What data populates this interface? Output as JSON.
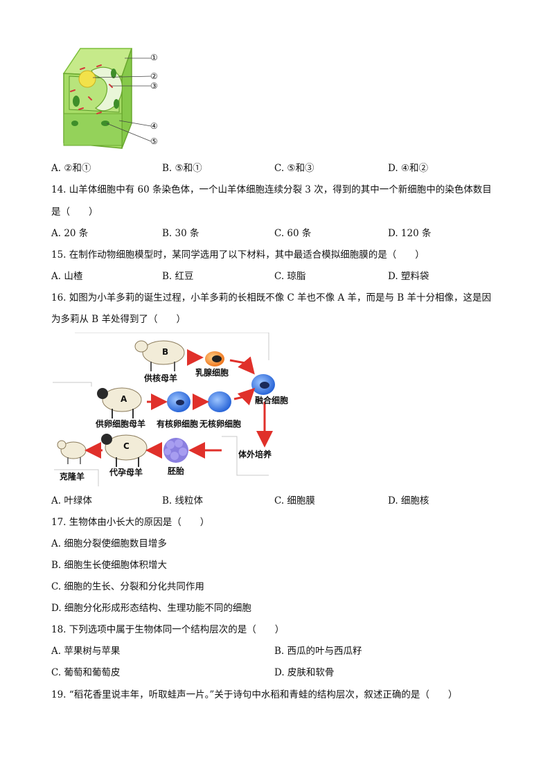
{
  "cell_figure": {
    "markers": [
      "①",
      "②",
      "③",
      "④",
      "⑤"
    ]
  },
  "q13": {
    "options": [
      "A. ②和①",
      "B. ⑤和①",
      "C. ⑤和③",
      "D. ④和②"
    ]
  },
  "q14": {
    "stem_line1": "14. 山羊体细胞中有 60 条染色体，一个山羊体细胞连续分裂 3 次，得到的其中一个新细胞中的染色体数目",
    "stem_line2": "是（　　）",
    "options": [
      "A. 20 条",
      "B. 30 条",
      "C. 60 条",
      "D. 120 条"
    ]
  },
  "q15": {
    "stem": "15. 在制作动物细胞模型时，某同学选用了以下材料，其中最适合模拟细胞膜的是（　　）",
    "options": [
      "A.  山楂",
      "B.  红豆",
      "C.  琼脂",
      "D.  塑料袋"
    ]
  },
  "q16": {
    "stem_line1": "16. 如图为小羊多莉的诞生过程，小羊多莉的长相既不像 C 羊也不像 A 羊，而是与 B 羊十分相像，这是因",
    "stem_line2": "为多莉从 B 羊处得到了（　　）",
    "diagram": {
      "sheep_b_letter": "B",
      "sheep_a_letter": "A",
      "sheep_c_letter": "C",
      "label_nucleus_donor": "供核母羊",
      "label_mammary_cell": "乳腺细胞",
      "label_fused_cell": "融合细胞",
      "label_egg_donor": "供卵细胞母羊",
      "label_nucleated_egg": "有核卵细胞",
      "label_enucleated_egg": "无核卵细胞",
      "label_in_vitro": "体外培养",
      "label_surrogate": "代孕母羊",
      "label_embryo": "胚胎",
      "label_clone": "克隆羊"
    },
    "options": [
      "A.  叶绿体",
      "B.  线粒体",
      "C.  细胞膜",
      "D.  细胞核"
    ]
  },
  "q17": {
    "stem": "17. 生物体由小长大的原因是（　　）",
    "options": [
      "A. 细胞分裂使细胞数目增多",
      "B. 细胞生长使细胞体积增大",
      "C. 细胞的生长、分裂和分化共同作用",
      "D. 细胞分化形成形态结构、生理功能不同的细胞"
    ]
  },
  "q18": {
    "stem": "18. 下列选项中属于生物体同一个结构层次的是（　　）",
    "options": [
      "A.  苹果树与苹果",
      "B.  西瓜的叶与西瓜籽",
      "C.  葡萄和葡萄皮",
      "D.  皮肤和软骨"
    ]
  },
  "q19": {
    "stem": "19. “稻花香里说丰年，听取蛙声一片。”关于诗句中水稻和青蛙的结构层次，叙述正确的是（　　）"
  }
}
